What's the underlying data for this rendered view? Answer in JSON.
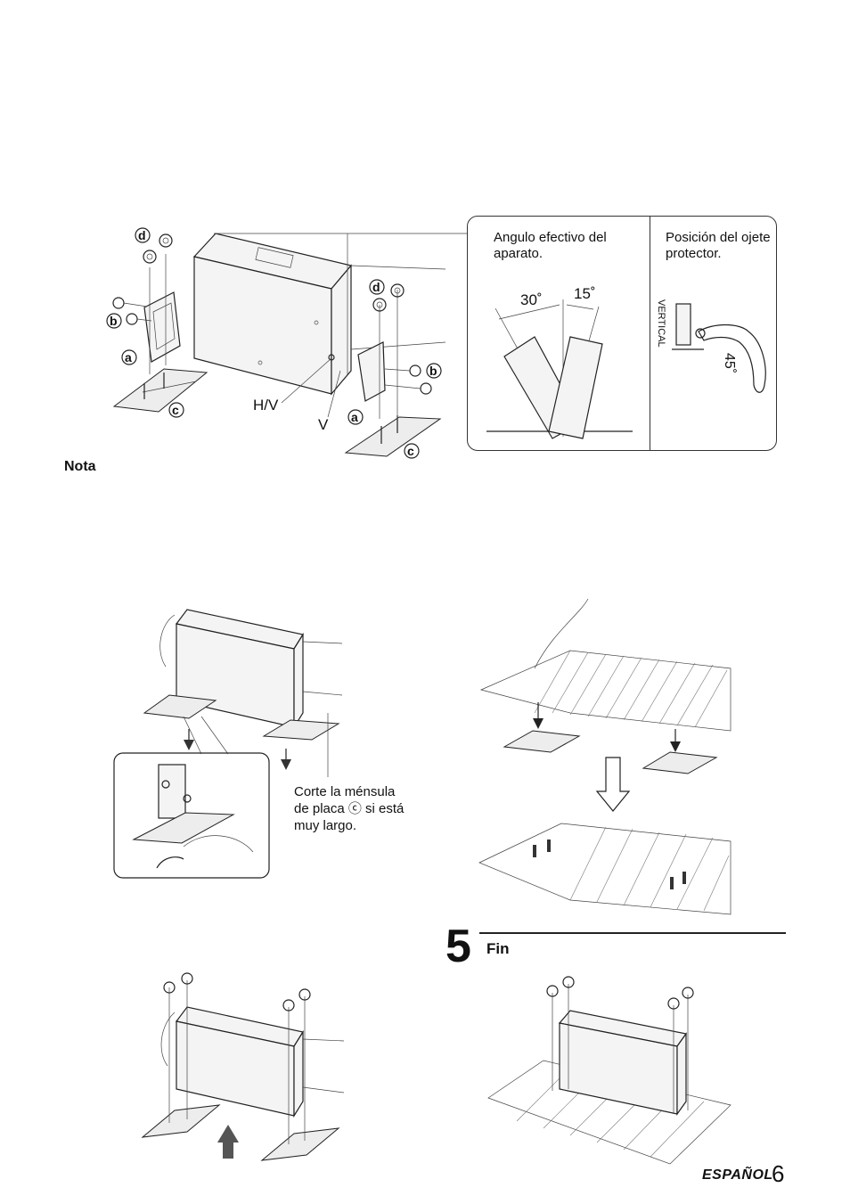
{
  "figure1": {
    "labels": {
      "d": "d",
      "b": "b",
      "a": "a",
      "c": "c",
      "hv": "H/V",
      "v": "V"
    },
    "angle_box": {
      "text": "Angulo efectivo del aparato.",
      "angle_left": "30˚",
      "angle_right": "15˚"
    },
    "grommet_box": {
      "text": "Posición del ojete protector.",
      "vertical": "VERTICAL",
      "angle": "45˚"
    }
  },
  "nota": "Nota",
  "figure2": {
    "callout": "Corte la ménsula de placa ⓒ si está muy largo."
  },
  "step5": {
    "number": "5",
    "title": "Fin"
  },
  "footer": {
    "language": "ESPAÑOL",
    "page": "6"
  }
}
